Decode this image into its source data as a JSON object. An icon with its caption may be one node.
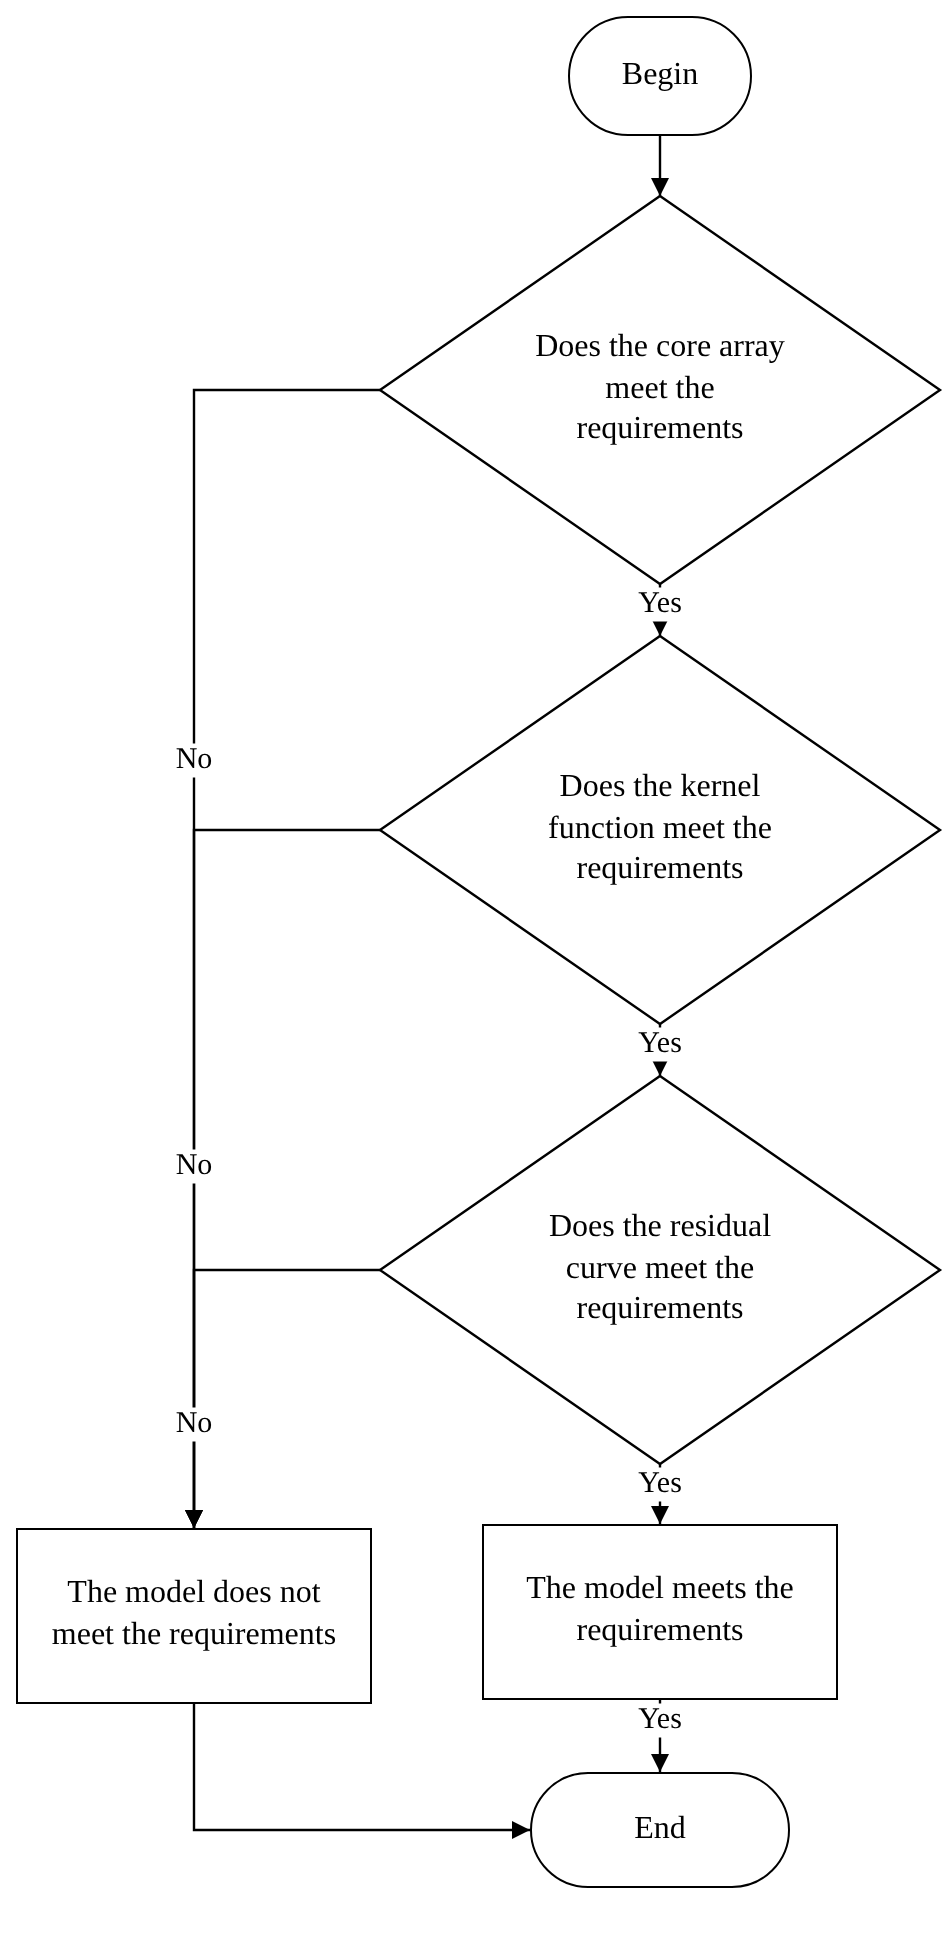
{
  "diagram": {
    "nodes": [
      {
        "text": [
          "Begin"
        ]
      },
      {
        "text": [
          "Does the core array meet the requirements"
        ]
      },
      {
        "text": [
          "Does the kernel function meet the requirements"
        ]
      },
      {
        "text": [
          "Does the residual curve meet the requirements"
        ]
      },
      {
        "text": [
          "The model meets the requirements"
        ]
      },
      {
        "text": [
          "The model does not meet the requirements"
        ]
      },
      {
        "text": [
          "End"
        ]
      }
    ],
    "edges": [
      {
        "from": 0,
        "to": 1,
        "arrow": "to"
      },
      {
        "from": 1,
        "to": 2,
        "arrow": "to",
        "label": "Yes"
      },
      {
        "from": 2,
        "to": 3,
        "arrow": "to",
        "label": "Yes"
      },
      {
        "from": 3,
        "to": 4,
        "arrow": "to",
        "label": "Yes"
      },
      {
        "from": 4,
        "to": 6,
        "arrow": "to",
        "label": "Yes"
      },
      {
        "from": 1,
        "to": 5,
        "arrow": "to",
        "label": "No"
      },
      {
        "from": 2,
        "to": 5,
        "arrow": "to",
        "label": "No"
      },
      {
        "from": 3,
        "to": 5,
        "arrow": "to",
        "label": "No"
      },
      {
        "from": 5,
        "to": 6,
        "arrow": "to"
      }
    ]
  }
}
